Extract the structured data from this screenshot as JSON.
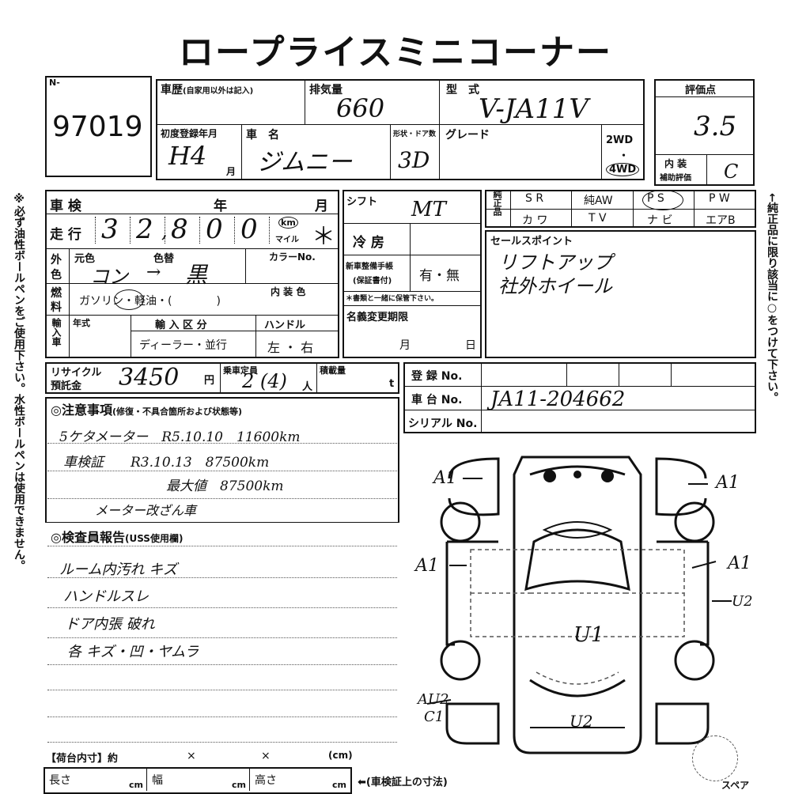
{
  "title": "ロープライスミニコーナー",
  "lot": {
    "label": "N-",
    "number": "97019"
  },
  "history": {
    "label": "車歴",
    "note": "(自家用以外は記入)"
  },
  "displacement": {
    "label": "排気量",
    "value": "660"
  },
  "model": {
    "label": "型　式",
    "value": "V-JA11V"
  },
  "score": {
    "label": "評価点",
    "value": "3.5"
  },
  "first_reg": {
    "label": "初度登録年月",
    "value": "H4",
    "month_unit": "月"
  },
  "car_name": {
    "label": "車　名",
    "value": "ジムニー"
  },
  "body_door": {
    "label": "形状・ドア数",
    "value": "3D"
  },
  "grade": {
    "label": "グレード"
  },
  "drive": {
    "two": "2WD",
    "dot": "・",
    "four": "4WD"
  },
  "interior": {
    "label_top": "内 装",
    "label_bottom": "補助評価",
    "value": "C"
  },
  "shaken": {
    "label": "車 検",
    "year_unit": "年",
    "month_unit": "月"
  },
  "mileage": {
    "label": "走 行",
    "digits": [
      "3",
      "2",
      "8",
      "0",
      "0"
    ],
    "sep": ",",
    "unit_km": "km",
    "unit_mile": "マイル",
    "mark": "＊"
  },
  "color": {
    "label_top": "外",
    "label_bottom": "色",
    "orig_label": "元色",
    "change_label": "色替",
    "orig": "コン",
    "arrow": "→",
    "new": "黒",
    "code_label": "カラーNo."
  },
  "fuel": {
    "label_top": "燃",
    "label_bottom": "料",
    "options": "ガソリン・軽油・(　　　　)",
    "interior_color_label": "内 装 色"
  },
  "import": {
    "label": "輸入車",
    "year_label": "年式",
    "class_label": "輸 入 区 分",
    "class_options": "ディーラー・並行",
    "handle_label": "ハンドル",
    "handle_options": "左 ・ 右"
  },
  "shift": {
    "label": "シフト",
    "value": "MT"
  },
  "ac": {
    "label": "冷 房"
  },
  "manual": {
    "label_top": "新車整備手帳",
    "label_bottom": "(保証書付)",
    "options": "有・無",
    "note": "＊書類と一緒に保管下さい。"
  },
  "name_change": {
    "label": "名義変更期限",
    "month_unit": "月",
    "day_unit": "日"
  },
  "genuine": {
    "label_top": "純",
    "label_mid": "正",
    "label_bottom": "品",
    "row1": [
      "S R",
      "純AW",
      "P S",
      "P W"
    ],
    "row2": [
      "カ ワ",
      "T V",
      "ナ ビ",
      "エアB"
    ]
  },
  "sales_point": {
    "label": "セールスポイント",
    "lines": [
      "リフトアップ",
      "社外ホイール"
    ]
  },
  "recycle": {
    "label_top": "リサイクル",
    "label_bottom": "預託金",
    "value": "3450",
    "unit": "円"
  },
  "capacity": {
    "label": "乗車定員",
    "value": "2 (4)",
    "unit": "人"
  },
  "load": {
    "label": "積載量",
    "unit": "t"
  },
  "registration": {
    "label": "登 録 No."
  },
  "chassis": {
    "label": "車 台 No.",
    "value": "JA11-204662"
  },
  "serial": {
    "label": "シリアル No."
  },
  "notes": {
    "label": "◎注意事項",
    "sub": "(修復・不具合箇所および状態等)",
    "lines": [
      "5ケタメーター　R5.10.10　11600km",
      "車検証　　R3.10.13　87500km",
      "最大値　87500km",
      "メーター改ざん車"
    ]
  },
  "inspector": {
    "label": "◎検査員報告",
    "sub": "(USS使用欄)",
    "lines": [
      "ルーム内汚れ キズ",
      "ハンドルスレ",
      "ドア内張 破れ",
      "各 キズ・凹・ヤムラ"
    ]
  },
  "diagram_marks": {
    "front_left": "A1",
    "front_right": "A1",
    "mid_left": "A1",
    "mid_right": "A1",
    "right_side": "U2",
    "center": "U1",
    "rear": "U2",
    "rear_left_top": "AU2",
    "rear_left_bottom": "C1"
  },
  "cargo": {
    "label": "【荷台内寸】約",
    "x1": "×",
    "x2": "×",
    "unit": "(cm)",
    "length_label": "長さ",
    "width_label": "幅",
    "height_label": "高さ",
    "cm": "cm",
    "note": "⬅(車検証上の寸法)"
  },
  "spare": "スペア",
  "side_left": "※必ず油性ボールペンをご使用下さい。水性ボールペンは使用できません。",
  "side_right": "←純正品に限り該当に○をつけて下さい。"
}
